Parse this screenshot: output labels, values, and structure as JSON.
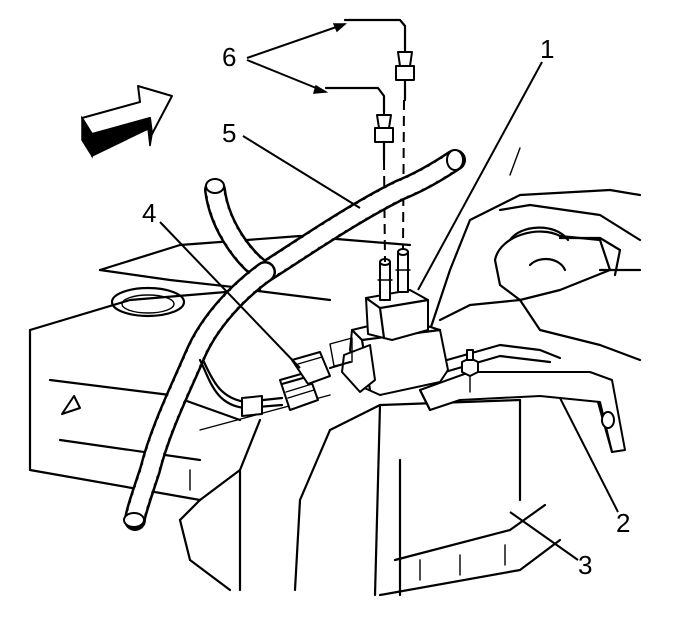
{
  "callouts": {
    "c1": "1",
    "c2": "2",
    "c3": "3",
    "c4": "4",
    "c5": "5",
    "c6": "6"
  },
  "icons": {
    "direction_arrow": "front-direction-arrow-icon"
  }
}
